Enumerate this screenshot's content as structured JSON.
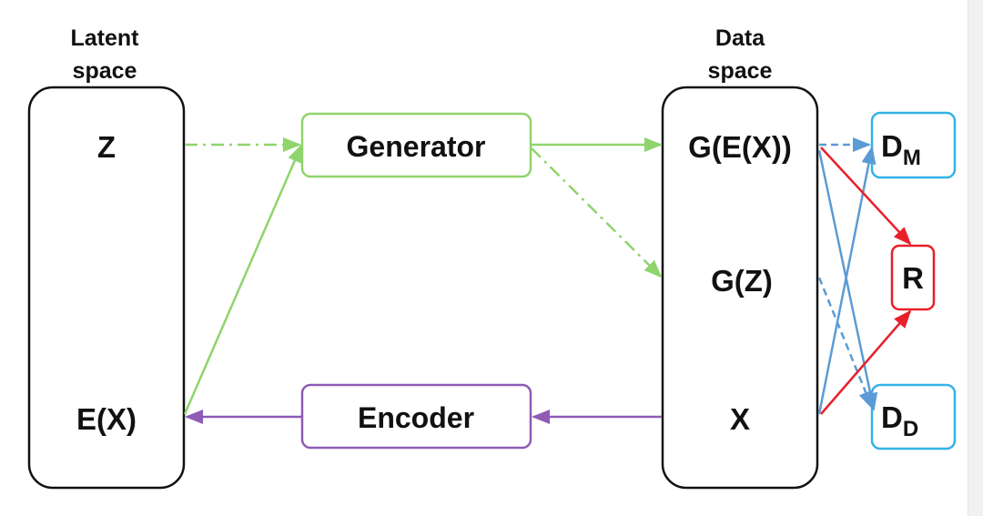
{
  "latent_space": {
    "heading_line1": "Latent",
    "heading_line2": "space",
    "nodes": {
      "z": "Z",
      "ex": "E(X)"
    }
  },
  "data_space": {
    "heading_line1": "Data",
    "heading_line2": "space",
    "nodes": {
      "gex": "G(E(X))",
      "gz": "G(Z)",
      "x": "X"
    }
  },
  "modules": {
    "generator": "Generator",
    "encoder": "Encoder"
  },
  "discriminators": {
    "dm": {
      "base": "D",
      "sub": "M"
    },
    "r": {
      "label": "R"
    },
    "dd": {
      "base": "D",
      "sub": "D"
    }
  },
  "colors": {
    "generator_green": "#8fd46c",
    "encoder_purple": "#8e5bb5",
    "discriminator_blue": "#33b3e6",
    "arrow_blue": "#5b9bd5",
    "r_red": "#e8202a",
    "outline_black": "#111111"
  }
}
